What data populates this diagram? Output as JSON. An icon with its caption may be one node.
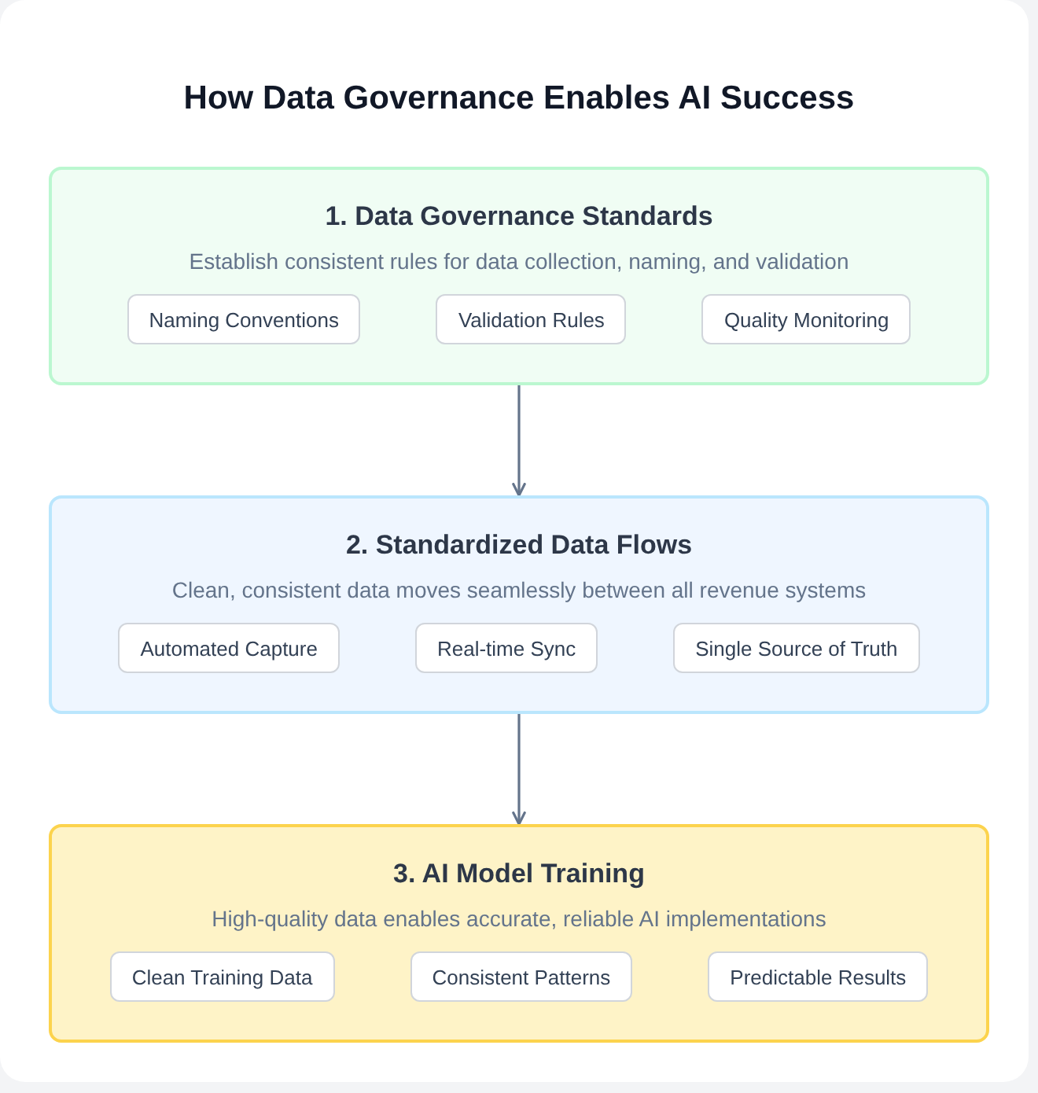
{
  "diagram": {
    "title": "How Data Governance Enables AI Success",
    "nodes": [
      {
        "text": [
          "1. Data Governance Standards",
          "Establish consistent rules for data collection, naming, and validation"
        ]
      },
      {
        "text": [
          "Naming Conventions"
        ],
        "in": 0
      },
      {
        "text": [
          "Validation Rules"
        ],
        "in": 0
      },
      {
        "text": [
          "Quality Monitoring"
        ],
        "in": 0
      },
      {
        "text": [
          "2. Standardized Data Flows",
          "Clean, consistent data moves seamlessly between all revenue systems"
        ]
      },
      {
        "text": [
          "Automated Capture"
        ],
        "in": 4
      },
      {
        "text": [
          "Real-time Sync"
        ],
        "in": 4
      },
      {
        "text": [
          "Single Source of Truth"
        ],
        "in": 4
      },
      {
        "text": [
          "3. AI Model Training",
          "High-quality data enables accurate, reliable AI implementations"
        ]
      },
      {
        "text": [
          "Clean Training Data"
        ],
        "in": 8
      },
      {
        "text": [
          "Consistent Patterns"
        ],
        "in": 8
      },
      {
        "text": [
          "Predictable Results"
        ],
        "in": 8
      }
    ],
    "edges": [
      {
        "from": 0,
        "to": 4,
        "arrow": "to"
      },
      {
        "from": 4,
        "to": 8,
        "arrow": "to"
      }
    ]
  }
}
